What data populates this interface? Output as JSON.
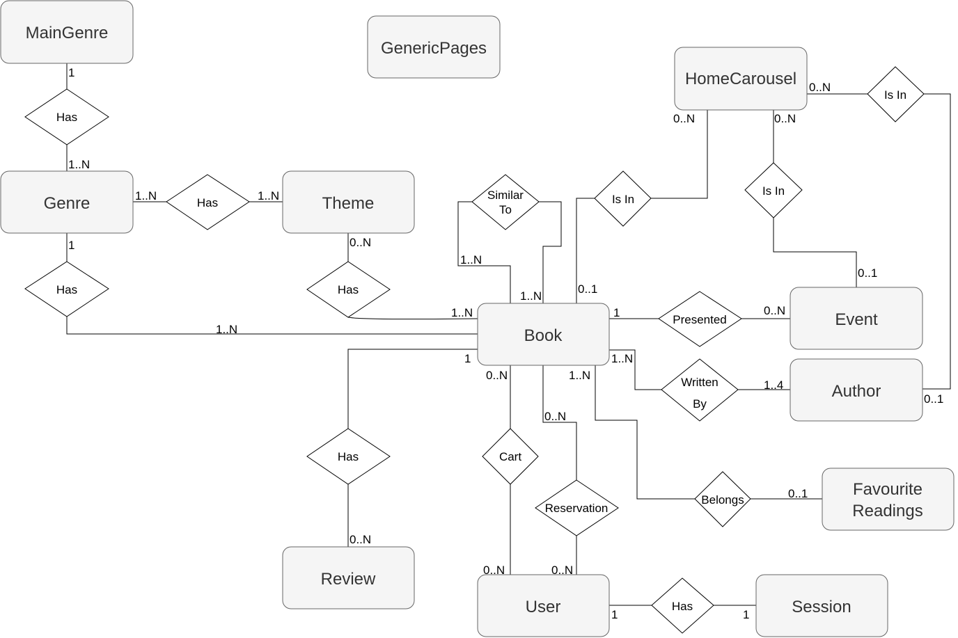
{
  "entities": {
    "main_genre": "MainGenre",
    "generic_pages": "GenericPages",
    "home_carousel": "HomeCarousel",
    "genre": "Genre",
    "theme": "Theme",
    "book": "Book",
    "event": "Event",
    "author": "Author",
    "favourite_readings": [
      "Favourite",
      "Readings"
    ],
    "review": "Review",
    "user": "User",
    "session": "Session"
  },
  "relationships": {
    "maingenre_genre_has": "Has",
    "genre_theme_has": "Has",
    "genre_book_has": "Has",
    "theme_book_has": "Has",
    "similar_to": [
      "Similar",
      "To"
    ],
    "book_carousel_is_in": "Is In",
    "event_carousel_is_in": "Is In",
    "author_carousel_is_in": "Is In",
    "presented": "Presented",
    "written_by": [
      "Written",
      "By"
    ],
    "belongs": "Belongs",
    "review_has": "Has",
    "cart": "Cart",
    "reservation": "Reservation",
    "session_has": "Has"
  },
  "cardinalities": {
    "maingenre_has": "1",
    "genre_from_maingenre": "1..N",
    "genre_to_theme": "1..N",
    "theme_from_genre": "1..N",
    "genre_to_book": "1",
    "book_from_genre": "1..N",
    "theme_to_book": "0..N",
    "book_from_theme": "1..N",
    "similar_left": "1..N",
    "similar_right": "1..N",
    "book_to_carousel": "0..1",
    "carousel_from_book": "0..N",
    "carousel_from_event": "0..N",
    "event_to_carousel": "0..1",
    "carousel_from_author": "0..N",
    "author_to_carousel": "0..1",
    "book_presented": "1",
    "event_presented": "0..N",
    "book_written": "1..N",
    "author_written": "1..4",
    "book_review": "1",
    "review_has": "0..N",
    "book_cart": "0..N",
    "user_cart": "0..N",
    "book_reservation": "0..N",
    "user_reservation": "0..N",
    "book_belongs": "1..N",
    "favourite_belongs": "0..1",
    "user_session": "1",
    "session_user": "1"
  }
}
